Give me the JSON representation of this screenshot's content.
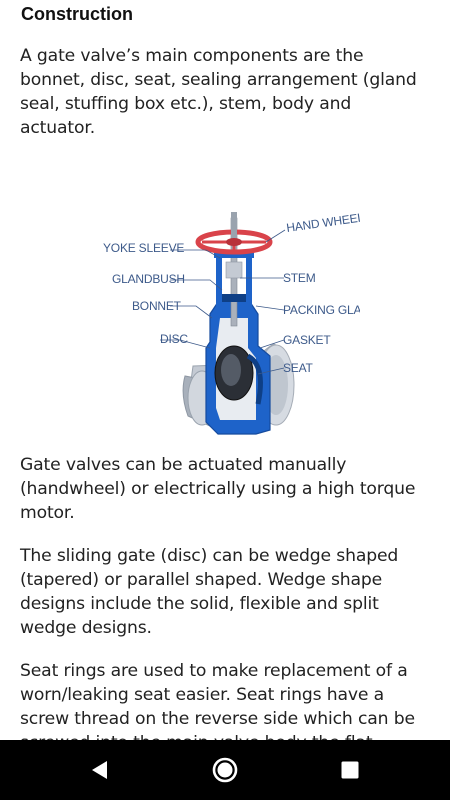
{
  "article": {
    "heading": "Construction",
    "paragraph1": [
      "A gate valve’s main components are the",
      "bonnet, disc, seat, sealing arrangement (gland",
      "seal, stuffing box etc.), stem, body and",
      "actuator."
    ],
    "diagram": {
      "labels": {
        "hand_wheel": "HAND WHEEL",
        "yoke_sleeve": "YOKE SLEEVE",
        "glandbush": "GLANDBUSH",
        "stem": "STEM",
        "bonnet": "BONNET",
        "packing_gland": "PACKING GLAND",
        "disc": "DISC",
        "gasket": "GASKET",
        "seat": "SEAT"
      }
    },
    "paragraph2": [
      "Gate valves can be actuated manually",
      "(handwheel) or electrically using a high torque",
      "motor."
    ],
    "paragraph3": [
      "The sliding gate (disc) can be wedge shaped",
      "(tapered) or parallel shaped. Wedge shape",
      "designs include the solid, flexible and split",
      "wedge designs."
    ],
    "paragraph4": [
      "Seat rings are used to make replacement of a",
      "worn/leaking seat easier. Seat rings have a",
      "screw thread on the reverse side which can be",
      "screwed into the main valve body the flat"
    ]
  },
  "navbar": {
    "back_icon": "triangle-back-icon",
    "home_icon": "circle-home-icon",
    "recents_icon": "square-recents-icon"
  },
  "colors": {
    "background": "#ffffff",
    "text": "#222222",
    "label": "#3d5a8a",
    "valve_blue": "#1e63c9",
    "handwheel_red": "#d9434a",
    "steel": "#c9ced6",
    "navbar": "#000000"
  }
}
